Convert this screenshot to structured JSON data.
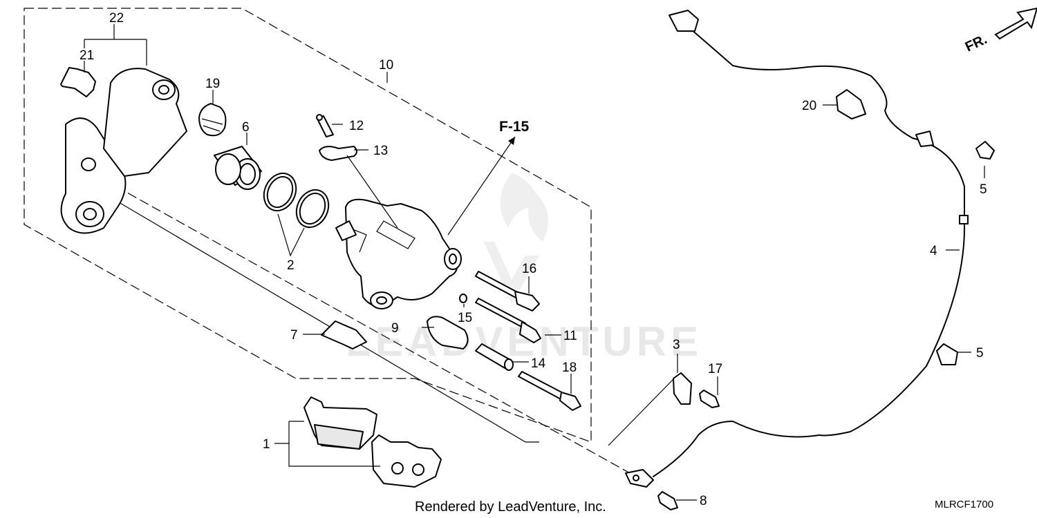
{
  "diagram": {
    "reference_label": "F-15",
    "footer_text": "Rendered by LeadVenture, Inc.",
    "diagram_code": "MLRCF1700",
    "direction_label": "FR.",
    "watermark_text": "LEADVENTURE",
    "callouts": [
      "1",
      "2",
      "3",
      "4",
      "5",
      "5",
      "6",
      "7",
      "8",
      "9",
      "10",
      "11",
      "12",
      "13",
      "14",
      "15",
      "16",
      "17",
      "18",
      "19",
      "20",
      "21",
      "22"
    ]
  }
}
